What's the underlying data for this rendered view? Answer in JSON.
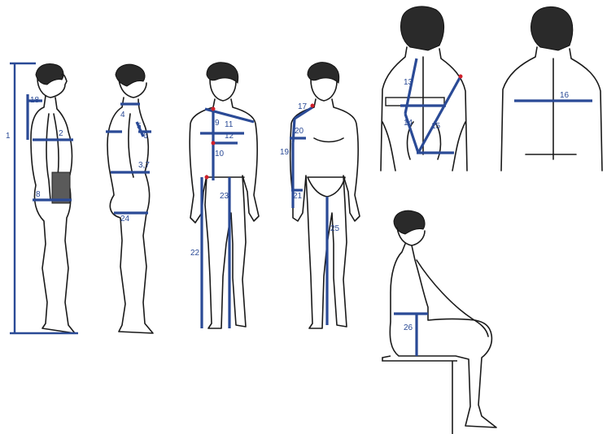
{
  "colors": {
    "measure_line": "#2a4a96",
    "outline": "#1a1a1a",
    "marker": "#d0202a",
    "background": "#ffffff"
  },
  "labels": {
    "l1": "1",
    "l2": "2",
    "l37": "3,7",
    "l4": "4",
    "l5": "5",
    "l6": "6",
    "l8": "8",
    "l9": "9",
    "l10": "10",
    "l11": "11",
    "l12": "12",
    "l13": "13",
    "l14": "14",
    "l15": "15",
    "l16": "16",
    "l17": "17",
    "l18": "18",
    "l19": "19",
    "l20": "20",
    "l21": "21",
    "l22": "22",
    "l23": "23",
    "l24": "24",
    "l25": "25",
    "l26": "26"
  }
}
